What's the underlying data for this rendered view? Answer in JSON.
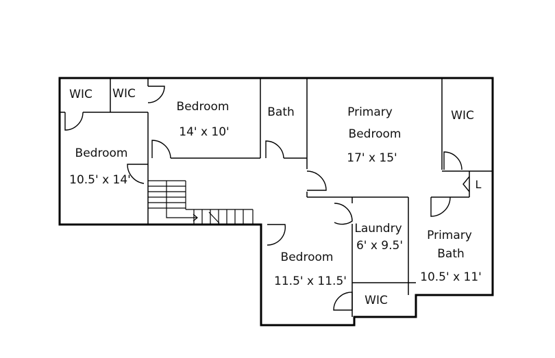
{
  "rooms": {
    "wic_1": {
      "name": "WIC"
    },
    "wic_2": {
      "name": "WIC"
    },
    "bedroom_left": {
      "name": "Bedroom",
      "size": "10.5' x 14'"
    },
    "bedroom_top": {
      "name": "Bedroom",
      "size": "14' x 10'"
    },
    "bath": {
      "name": "Bath"
    },
    "primary_bedroom": {
      "name_line1": "Primary",
      "name_line2": "Bedroom",
      "size": "17' x 15'"
    },
    "wic_primary": {
      "name": "WIC"
    },
    "linen": {
      "name": "L"
    },
    "laundry": {
      "name": "Laundry",
      "size": "6' x 9.5'"
    },
    "primary_bath": {
      "name_line1": "Primary",
      "name_line2": "Bath",
      "size": "10.5' x 11'"
    },
    "bedroom_bottom": {
      "name": "Bedroom",
      "size": "11.5' x 11.5'"
    },
    "wic_bottom": {
      "name": "WIC"
    }
  }
}
